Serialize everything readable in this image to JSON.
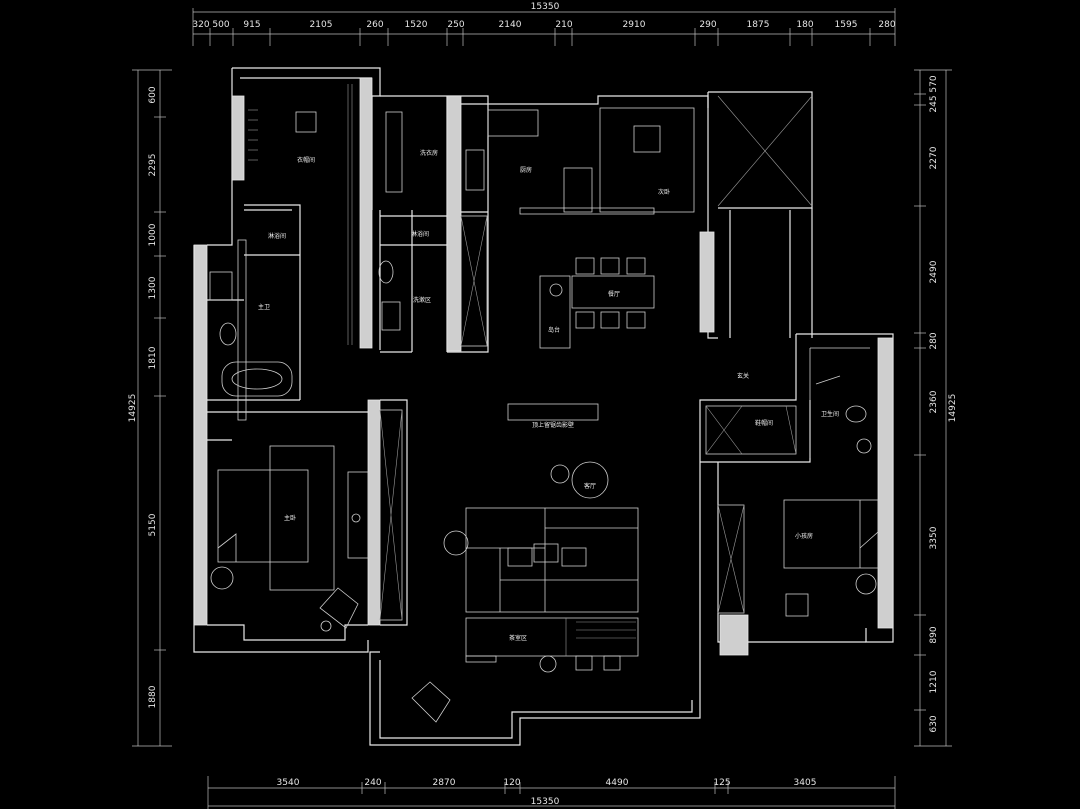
{
  "dimensions": {
    "top_total": "15350",
    "top_segments": [
      "320",
      "500",
      "915",
      "2105",
      "260",
      "1520",
      "250",
      "2140",
      "210",
      "2910",
      "290",
      "1875",
      "180",
      "1595",
      "280"
    ],
    "bottom_total": "15350",
    "bottom_segments": [
      "3540",
      "240",
      "2870",
      "120",
      "4490",
      "125",
      "3405"
    ],
    "left_total": "14925",
    "left_segments": [
      "600",
      "2295",
      "1000",
      "1300",
      "1810",
      "5150",
      "1880"
    ],
    "right_total": "14925",
    "right_segments": [
      "570",
      "245",
      "2270",
      "2490",
      "280",
      "2360",
      "3350",
      "890",
      "1210",
      "630"
    ]
  },
  "rooms": {
    "cloakroom": "衣帽间",
    "laundry": "洗衣房",
    "kitchen": "厨房",
    "second_bedroom": "次卧",
    "shower_left": "淋浴间",
    "shower_mid": "淋浴间",
    "master_bath": "主卫",
    "wash_area": "洗漱区",
    "dining": "餐厅",
    "island": "岛台",
    "foyer": "玄关",
    "powder_room": "卫生间",
    "shoe_cabinet": "鞋帽间",
    "feature_wall": "顶上留锯齿影壁",
    "master_bedroom": "主卧",
    "living": "客厅",
    "kids_room": "小孩房",
    "tea_area": "茶室区"
  }
}
